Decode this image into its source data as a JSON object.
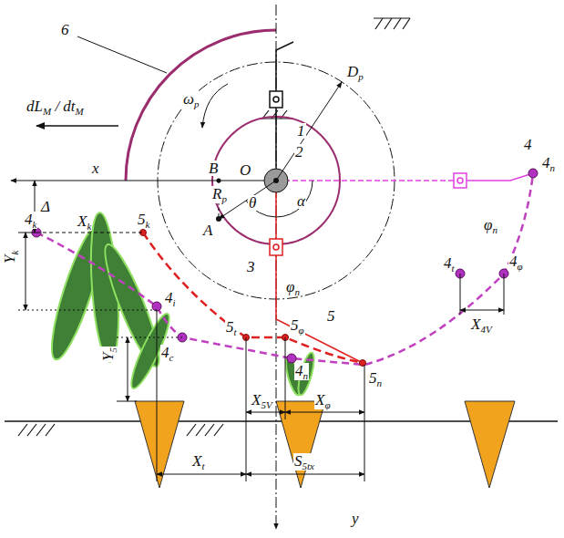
{
  "diagram": {
    "labels": [
      "6",
      "dLM / dtM",
      "ωp",
      "Dp",
      "1",
      "2",
      "x",
      "B",
      "O",
      "Δ",
      "Rp",
      "θ",
      "α",
      "4",
      "4n",
      "4k",
      "Xk",
      "5k",
      "Yk",
      "A",
      "3",
      "φn",
      "4t",
      "4φ",
      "X4V",
      "4i",
      "φn",
      "5",
      "5t",
      "5φ",
      "4c",
      "4n",
      "Y5",
      "X5V",
      "Xφ",
      "5n",
      "Xt",
      "S5tx",
      "y"
    ]
  }
}
